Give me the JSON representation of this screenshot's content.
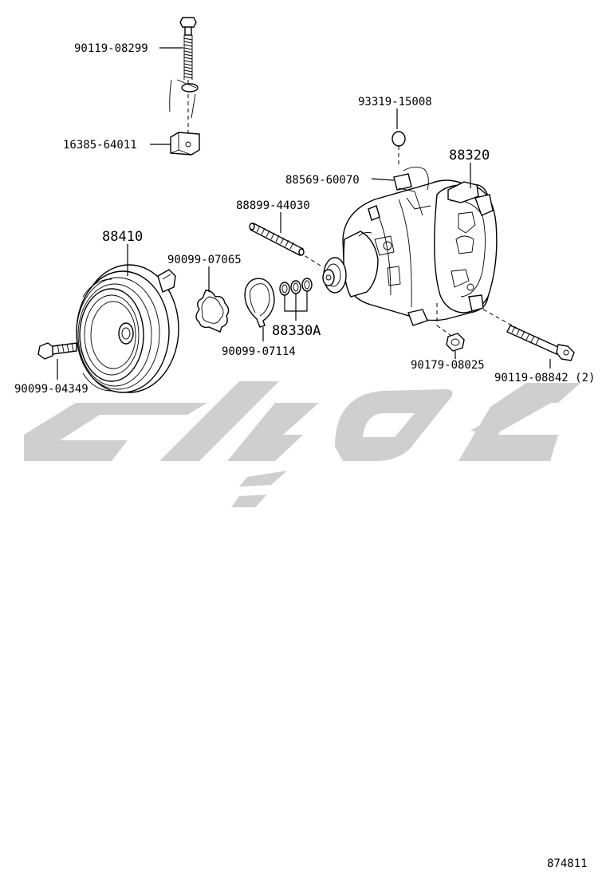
{
  "diagram": {
    "labels": {
      "bolt_top": "90119-08299",
      "bracket": "16385-64011",
      "cap": "93319-15008",
      "compressor": "88320",
      "connector": "88569-60070",
      "stud": "88899-44030",
      "clutch_pulley": "88410",
      "shim_plate": "90099-07065",
      "snap_ring": "90099-07114",
      "o_rings": "88330A",
      "nut": "90179-08025",
      "bolt_long": "90119-08842 (2)",
      "bolt_small": "90099-04349"
    },
    "figure_number": "874811"
  },
  "watermark": {
    "color": "#cfcfcf"
  }
}
